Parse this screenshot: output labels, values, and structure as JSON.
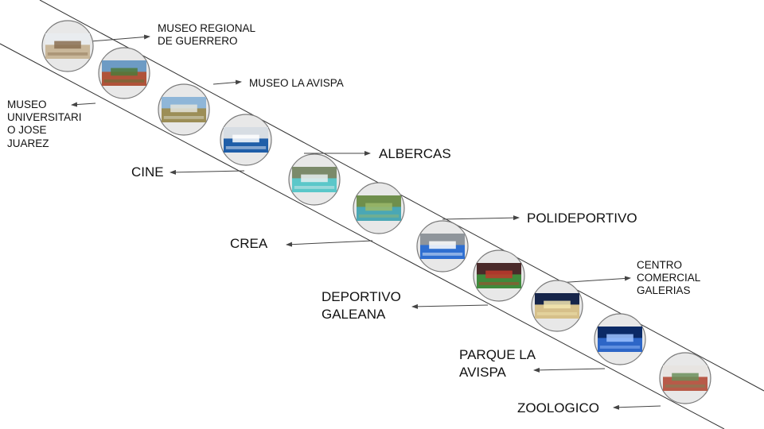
{
  "stops": [
    {
      "id": "museo-regional",
      "label": "MUSEO REGIONAL\nDE GUERRERO",
      "photo": {
        "sky": "#e9ecef",
        "main": "#c9b79a",
        "accent": "#8a6f50"
      }
    },
    {
      "id": "museo-universitario",
      "label": "MUSEO\nUNIVERSITARI\nO JOSE\nJUAREZ",
      "photo": {
        "sky": "#6d9bc4",
        "main": "#b0533a",
        "accent": "#4f7a3a"
      }
    },
    {
      "id": "museo-la-avispa",
      "label": "MUSEO LA AVISPA",
      "photo": {
        "sky": "#8fb6d8",
        "main": "#9c8e57",
        "accent": "#e4e4dc"
      }
    },
    {
      "id": "cine",
      "label": "CINE",
      "photo": {
        "sky": "#d7dde3",
        "main": "#1f5ea8",
        "accent": "#ffffff"
      }
    },
    {
      "id": "albercas",
      "label": "ALBERCAS",
      "photo": {
        "sky": "#7b8a6a",
        "main": "#5bc7c9",
        "accent": "#e7eef0"
      }
    },
    {
      "id": "crea",
      "label": "CREA",
      "photo": {
        "sky": "#6f8f4c",
        "main": "#4aa7b5",
        "accent": "#9bb86a"
      }
    },
    {
      "id": "polideportivo",
      "label": "POLIDEPORTIVO",
      "photo": {
        "sky": "#8f959b",
        "main": "#2f6fd1",
        "accent": "#ffffff"
      }
    },
    {
      "id": "deportivo-galeana",
      "label": "DEPORTIVO\nGALEANA",
      "photo": {
        "sky": "#4a2a2a",
        "main": "#3f8a3c",
        "accent": "#c0392b"
      }
    },
    {
      "id": "centro-comercial-galerias",
      "label": "CENTRO\nCOMERCIAL\nGALERIAS",
      "photo": {
        "sky": "#16254a",
        "main": "#d6c08a",
        "accent": "#f3e6b0"
      }
    },
    {
      "id": "parque-la-avispa",
      "label": "PARQUE LA\nAVISPA",
      "photo": {
        "sky": "#0b2a66",
        "main": "#2d66c7",
        "accent": "#9fc3ff"
      }
    },
    {
      "id": "zoologico",
      "label": "ZOOLOGICO",
      "photo": {
        "sky": "#e7e4e1",
        "main": "#b85a48",
        "accent": "#6a8f5a"
      }
    }
  ],
  "colors": {
    "road_line": "#333333",
    "circle_stroke": "#7a7a7a",
    "circle_fill": "#e8e8e8",
    "arrow": "#444444"
  }
}
